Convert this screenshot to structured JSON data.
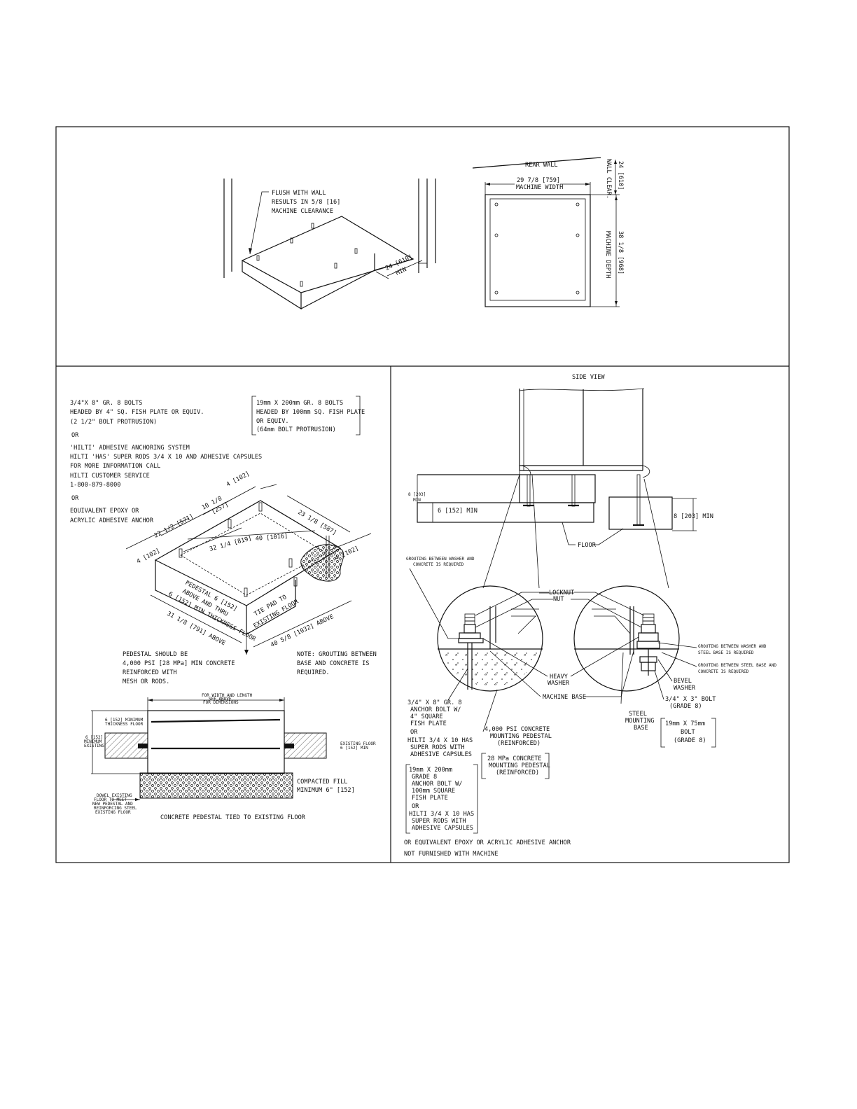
{
  "top_iso": {
    "flush_note": [
      "FLUSH WITH WALL",
      "RESULTS IN 5/8 [16]",
      "MACHINE CLEARANCE"
    ],
    "clearance": [
      "24 [610]",
      "MIN"
    ]
  },
  "top_plan": {
    "rear_wall": "REAR WALL",
    "machine_width": [
      "29 7/8 [759]",
      "MACHINE WIDTH"
    ],
    "clearance": [
      "24 [610]",
      "WALL CLEAR."
    ],
    "machine_depth": [
      "38 1/8 [968]",
      "MACHINE DEPTH"
    ]
  },
  "left_panel": {
    "notes_left": [
      "3/4\"X 8\" GR. 8 BOLTS",
      "HEADED BY 4\" SQ. FISH PLATE OR EQUIV.",
      "(2 1/2\" BOLT PROTRUSION)",
      "OR",
      "'HILTI' ADHESIVE ANCHORING SYSTEM",
      "HILTI 'HAS' SUPER RODS 3/4 X 10 AND ADHESIVE CAPSULES",
      "FOR MORE INFORMATION CALL",
      "HILTI CUSTOMER SERVICE",
      "1-800-879-8000",
      "OR",
      "EQUIVALENT EPOXY OR",
      "ACRYLIC ADHESIVE ANCHOR"
    ],
    "notes_metric": [
      "19mm X 200mm GR. 8 BOLTS",
      "HEADED BY 100mm SQ. FISH PLATE",
      "OR EQUIV.",
      "(64mm BOLT PROTRUSION)"
    ],
    "dims": {
      "d4a": "4 [102]",
      "d10": [
        "10 1/8",
        "[257]"
      ],
      "d23": "23 1/8 [587]",
      "d4b": "4 [102]",
      "d22": "22 1/2 [571]",
      "d40": "40 [1016]",
      "d32": "32 1/4 [819]",
      "d4c": "4 [102]",
      "ped": [
        "PEDESTAL 6 [152]",
        "ABOVE AND THRU",
        "6 [152] MIN THICKNESS FLOOR"
      ],
      "tie": [
        "TIE PAD TO",
        "EXISTING FLOOR"
      ],
      "d31": "31 1/8 [791] ABOVE",
      "d40b": "40 5/8 [1032] ABOVE"
    },
    "pedestal_note": [
      "PEDESTAL SHOULD BE",
      "4,000 PSI [28 MPa] MIN CONCRETE",
      "REINFORCED WITH",
      "MESH OR RODS."
    ],
    "grout_note": [
      "NOTE: GROUTING BETWEEN",
      "BASE AND CONCRETE IS",
      "REQUIRED."
    ],
    "section": {
      "top_label": [
        "FOR WIDTH AND LENGTH",
        "SEE ABOVE",
        "FOR DIMENSIONS"
      ],
      "left_top": [
        "6 [152] MINIMUM",
        "THICKNESS FLOOR"
      ],
      "left_mid": [
        "6 [152]",
        "MINIMUM",
        "EXISTING"
      ],
      "right_mid": [
        "EXISTING FLOOR",
        "6 [152] MIN"
      ],
      "compacted": [
        "COMPACTED FILL",
        "MINIMUM 6\" [152]"
      ],
      "bottom_left": [
        "DOWEL EXISTING",
        "FLOOR TO MEET",
        "NEW PEDESTAL AND",
        "REINFORCING STEEL",
        "EXISTING FLOOR"
      ],
      "caption": "CONCRETE PEDESTAL TIED TO EXISTING FLOOR"
    }
  },
  "right_panel": {
    "side_view": "SIDE VIEW",
    "d8": [
      "8 [203]",
      "MIN"
    ],
    "d6": "6 [152] MIN",
    "d8b": "8 [203] MIN",
    "floor": "FLOOR",
    "grout_top": [
      "GROUTING BETWEEN WASHER AND",
      "CONCRETE IS REQUIRED"
    ],
    "locknut": "LOCKNUT",
    "nut": "NUT",
    "heavy_washer": [
      "HEAVY",
      "WASHER"
    ],
    "machine_base": "MACHINE BASE",
    "grout_r1": [
      "GROUTING BETWEEN WASHER AND",
      "STEEL BASE IS REQUIRED"
    ],
    "grout_r2": [
      "GROUTING BETWEEN STEEL BASE AND",
      "CONCRETE IS REQUIRED"
    ],
    "bevel_washer": [
      "BEVEL",
      "WASHER"
    ],
    "bolt_3": [
      "3/4\" X 3\" BOLT",
      "(GRADE 8)"
    ],
    "steel_base": [
      "STEEL",
      "MOUNTING",
      "BASE"
    ],
    "bolt_metric": [
      "19mm X 75mm",
      "BOLT",
      "(GRADE 8)"
    ],
    "anchor_note": [
      "3/4\" X 8\" GR. 8",
      "ANCHOR BOLT W/",
      "4\" SQUARE",
      "FISH PLATE",
      "OR",
      "HILTI 3/4 X 10 HAS",
      "SUPER RODS WITH",
      "ADHESIVE CAPSULES"
    ],
    "concrete_note": [
      "4,000 PSI CONCRETE",
      "MOUNTING PEDESTAL",
      "(REINFORCED)"
    ],
    "mpa_note": [
      "28 MPa CONCRETE",
      "MOUNTING PEDESTAL",
      "(REINFORCED)"
    ],
    "metric_anchor": [
      "19mm X 200mm",
      "GRADE 8",
      "ANCHOR BOLT W/",
      "100mm SQUARE",
      "FISH PLATE",
      "OR",
      "HILTI 3/4 X 10 HAS",
      "SUPER RODS WITH",
      "ADHESIVE CAPSULES"
    ],
    "footnote1": "OR EQUIVALENT EPOXY OR ACRYLIC ADHESIVE ANCHOR",
    "footnote2": "NOT FURNISHED WITH MACHINE"
  }
}
